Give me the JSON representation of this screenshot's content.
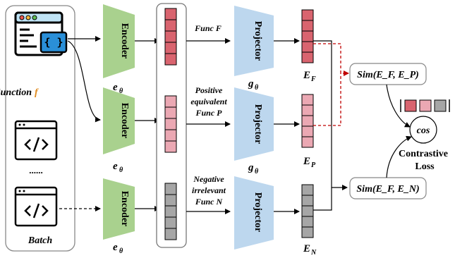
{
  "batch": {
    "function_label": "Function",
    "function_symbol": "f",
    "ellipsis": "......",
    "caption": "Batch"
  },
  "encoder": {
    "label": "Encoder",
    "param_base": "e",
    "param_sub": "θ"
  },
  "projector": {
    "label": "Projector",
    "param_base": "g",
    "param_sub": "θ"
  },
  "paths": {
    "f_label": [
      "Func F"
    ],
    "p_label": [
      "Positive",
      "equivalent",
      "Func P"
    ],
    "n_label": [
      "Negative",
      "irrelevant",
      "Func N"
    ]
  },
  "embeddings": {
    "f": {
      "base": "E",
      "sub": "F"
    },
    "p": {
      "base": "E",
      "sub": "P"
    },
    "n": {
      "base": "E",
      "sub": "N"
    }
  },
  "similarity": {
    "positive": "Sim(E_F, E_P)",
    "negative": "Sim(E_F, E_N)"
  },
  "loss": {
    "cos": "cos",
    "line1": "Contrastive",
    "line2": "Loss"
  },
  "colors": {
    "encoder": "#a9d18e",
    "projector": "#bdd7ee",
    "f_cell": "#d9646f",
    "p_cell": "#eba8b3",
    "n_cell": "#a6a6a6",
    "dashed_red": "#c00000",
    "function_accent": "#e08a1e"
  }
}
